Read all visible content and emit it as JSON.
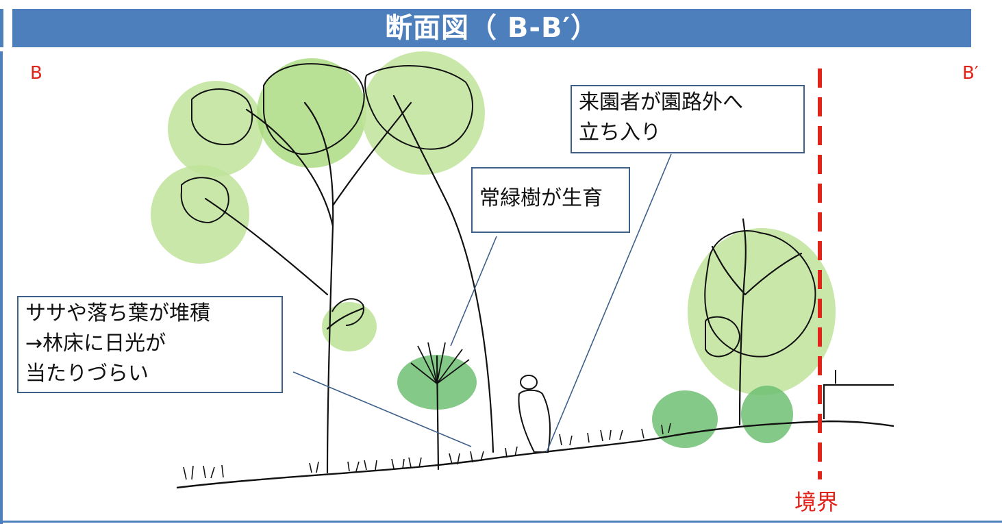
{
  "title": "断面図（ B-B′）",
  "markers": {
    "left": "B",
    "right": "B′",
    "boundary": "境界"
  },
  "callouts": {
    "visitors": "来園者が園路外へ\n立ち入り",
    "evergreen": "常緑樹が生育",
    "litter": "ササや落ち葉が堆積\n→林床に日光が\n当たりづらい"
  },
  "colors": {
    "title_bg": "#4e7fbd",
    "canopy_light": "#bfe39a",
    "canopy_dark": "#6fbf73",
    "boundary": "#e2231a",
    "callout_border": "#3d5f8a"
  }
}
